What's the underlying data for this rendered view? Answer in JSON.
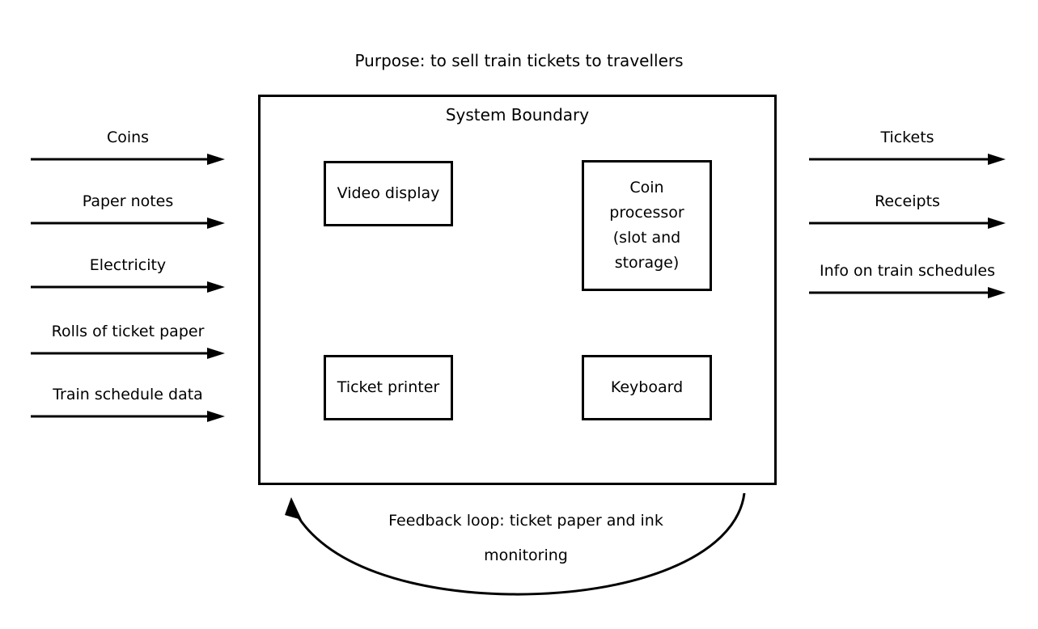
{
  "diagram": {
    "title": "Purpose: to sell train tickets to travellers",
    "boundary_label": "System Boundary",
    "stroke_color": "#000000",
    "background_color": "#ffffff"
  },
  "inputs": [
    {
      "label": "Coins",
      "arrow_icon": "arrow-right-icon"
    },
    {
      "label": "Paper notes",
      "arrow_icon": "arrow-right-icon"
    },
    {
      "label": "Electricity",
      "arrow_icon": "arrow-right-icon"
    },
    {
      "label": "Rolls of ticket paper",
      "arrow_icon": "arrow-right-icon"
    },
    {
      "label": "Train schedule data",
      "arrow_icon": "arrow-right-icon"
    }
  ],
  "outputs": [
    {
      "label": "Tickets",
      "arrow_icon": "arrow-right-icon"
    },
    {
      "label": "Receipts",
      "arrow_icon": "arrow-right-icon"
    },
    {
      "label": "Info on train schedules",
      "arrow_icon": "arrow-right-icon"
    }
  ],
  "components": [
    {
      "id": "video-display",
      "lines": [
        "Video display"
      ]
    },
    {
      "id": "coin-processor",
      "lines": [
        "Coin",
        "processor",
        "(slot and",
        "storage)"
      ]
    },
    {
      "id": "ticket-printer",
      "lines": [
        "Ticket printer"
      ]
    },
    {
      "id": "keyboard",
      "lines": [
        "Keyboard"
      ]
    }
  ],
  "feedback": {
    "line1": "Feedback loop: ticket paper and ink",
    "line2": "monitoring",
    "arrow_icon": "curved-arrow-up-left-icon"
  }
}
